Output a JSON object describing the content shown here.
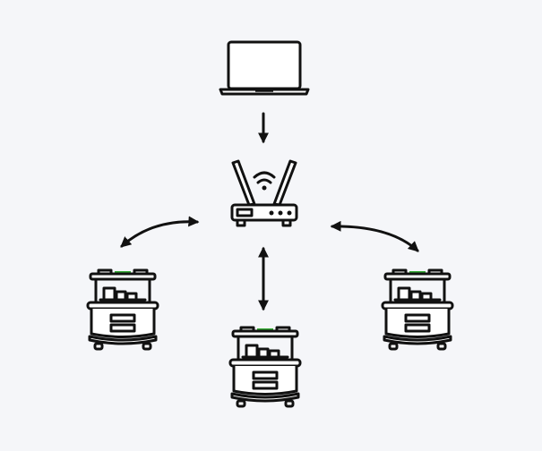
{
  "diagram": {
    "background": "#f5f6f9",
    "stroke_color": "#111111",
    "nodes": [
      {
        "id": "laptop",
        "icon": "laptop-icon"
      },
      {
        "id": "router",
        "icon": "wifi-router-icon"
      },
      {
        "id": "cart-left",
        "icon": "vending-cart-icon"
      },
      {
        "id": "cart-bottom",
        "icon": "vending-cart-icon"
      },
      {
        "id": "cart-right",
        "icon": "vending-cart-icon"
      }
    ],
    "edges": [
      {
        "from": "laptop",
        "to": "router",
        "direction": "one-way"
      },
      {
        "from": "router",
        "to": "cart-left",
        "direction": "two-way"
      },
      {
        "from": "router",
        "to": "cart-bottom",
        "direction": "two-way"
      },
      {
        "from": "router",
        "to": "cart-right",
        "direction": "two-way"
      }
    ]
  }
}
